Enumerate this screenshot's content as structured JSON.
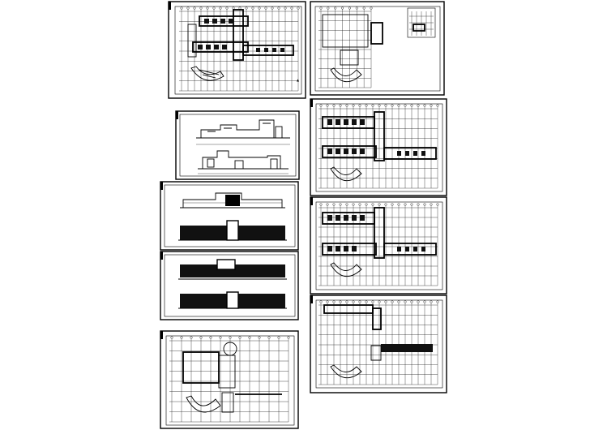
{
  "drawing_set": {
    "sheets": [
      {
        "id": "plan-1",
        "kind": "floor-plan"
      },
      {
        "id": "plan-2",
        "kind": "floor-plan"
      },
      {
        "id": "detail",
        "kind": "detail"
      },
      {
        "id": "elev-1",
        "kind": "elevation"
      },
      {
        "id": "plan-3",
        "kind": "floor-plan"
      },
      {
        "id": "elev-2",
        "kind": "elevation"
      },
      {
        "id": "plan-4",
        "kind": "floor-plan"
      },
      {
        "id": "elev-3",
        "kind": "elevation"
      },
      {
        "id": "plan-5",
        "kind": "floor-plan"
      },
      {
        "id": "site",
        "kind": "site-plan"
      }
    ],
    "colors": {
      "ink": "#000000",
      "paper": "#ffffff"
    }
  }
}
